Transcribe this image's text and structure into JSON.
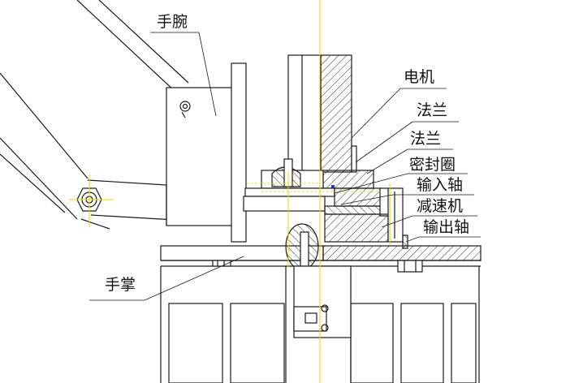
{
  "labels": {
    "wrist": "手腕",
    "motor": "电机",
    "flange_1": "法兰",
    "flange_2": "法兰",
    "seal_ring": "密封圈",
    "input_shaft": "输入轴",
    "reducer": "减速机",
    "output_shaft": "输出轴",
    "palm": "手掌"
  },
  "colors": {
    "line": "#1a1a1a",
    "centerline": "#e6d800",
    "seal_accent": "#1f3fbf",
    "background": "#ffffff"
  }
}
